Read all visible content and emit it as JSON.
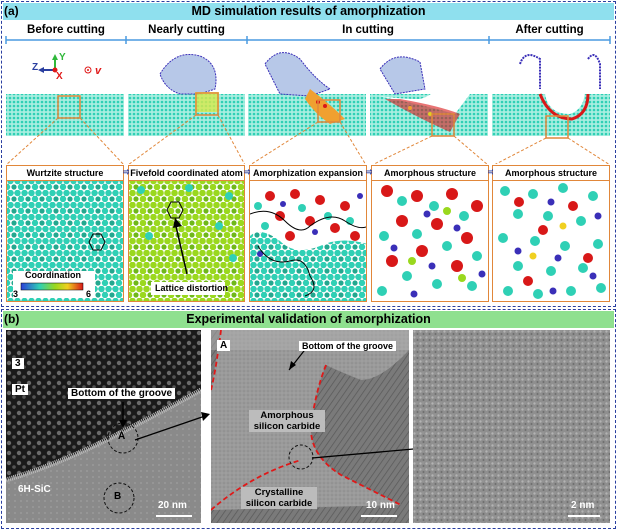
{
  "panel_a": {
    "tag": "(a)",
    "title": "MD simulation results of amorphization",
    "phases": [
      "Before cutting",
      "Nearly cutting",
      "In cutting",
      "After cutting"
    ],
    "axes": {
      "y": "Y",
      "z": "Z",
      "x": "X",
      "v": "v"
    },
    "zoom_boxes": [
      {
        "caption": "Wurtzite structure"
      },
      {
        "caption": "Fivefold coordinated atom"
      },
      {
        "caption": "Amorphization expansion"
      },
      {
        "caption": "Amorphous structure"
      },
      {
        "caption": "Amorphous structure"
      }
    ],
    "colorbar": {
      "label": "Coordination",
      "min": "3",
      "max": "6"
    },
    "lattice_label": "Lattice distortion"
  },
  "panel_b": {
    "tag": "(b)",
    "title": "Experimental validation of amorphization",
    "image1": {
      "num": "3",
      "pt": "Pt",
      "groove": "Bottom of the groove",
      "a": "A",
      "b": "B",
      "sic": "6H-SiC",
      "scale": "20 nm"
    },
    "image2": {
      "a": "A",
      "groove": "Bottom of the groove",
      "amorphous": "Amorphous silicon carbide",
      "crystalline": "Crystalline silicon carbide",
      "scale": "10 nm"
    },
    "image3": {
      "scale": "2 nm"
    }
  },
  "colors": {
    "frame": "#2a3fa0",
    "title_bg_a": "#8fe0ee",
    "title_bg_b": "#8fe08f",
    "zoom_border": "#e1873a",
    "atom_si": "#2fd0b5",
    "atom_c": "#3a2fb8",
    "atom_defect": "#d81818",
    "atom_fivefold": "#9ad81e",
    "groove_line": "#e01818"
  }
}
